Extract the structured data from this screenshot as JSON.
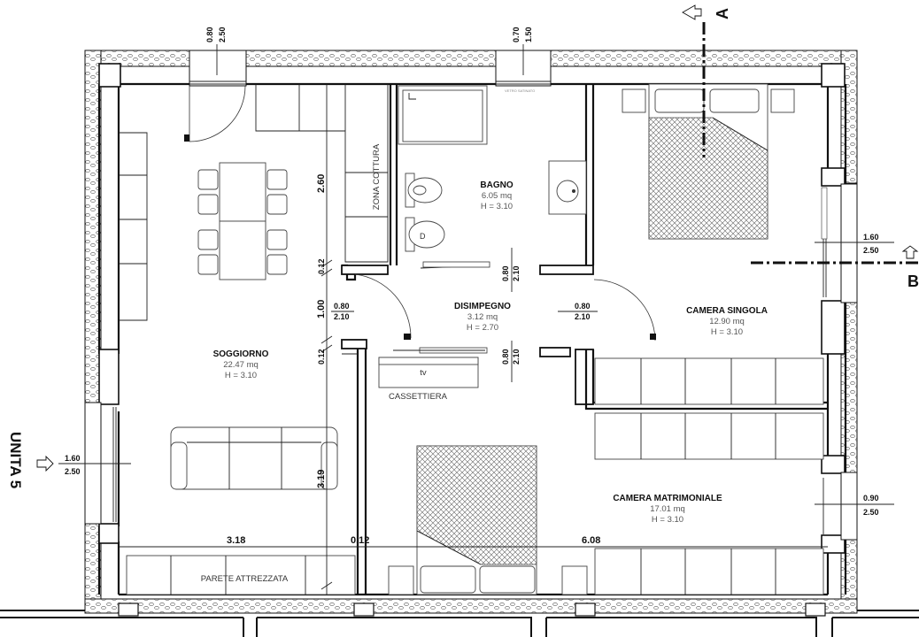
{
  "rooms": {
    "bagno": {
      "name": "BAGNO",
      "area": "6.05 mq",
      "height": "H = 3.10"
    },
    "disimpegno": {
      "name": "DISIMPEGNO",
      "area": "3.12 mq",
      "height": "H = 2.70"
    },
    "camera_singola": {
      "name": "CAMERA SINGOLA",
      "area": "12.90 mq",
      "height": "H = 3.10"
    },
    "soggiorno": {
      "name": "SOGGIORNO",
      "area": "22.47 mq",
      "height": "H = 3.10"
    },
    "camera_matrimoniale": {
      "name": "CAMERA MATRIMONIALE",
      "area": "17.01 mq",
      "height": "H = 3.10"
    }
  },
  "labels": {
    "zona_cottura": "ZONA COTTURA",
    "cassettiera": "CASSETTIERA",
    "tv": "tv",
    "parete_attrezzata": "PARETE ATTREZZATA",
    "vetro_satinato": "VETRO SATINATO",
    "unit": "UNITA 5"
  },
  "sections": {
    "a": "A",
    "b": "B"
  },
  "openings": {
    "soggiorno_window": {
      "w": "0.80",
      "h": "2.50"
    },
    "bagno_window": {
      "w": "0.70",
      "h": "1.50"
    },
    "singola_window": {
      "w": "1.60",
      "h": "2.50"
    },
    "left_window": {
      "w": "1.60",
      "h": "2.50"
    },
    "matrimoniale_window": {
      "w": "0.90",
      "h": "2.50"
    },
    "door_soggiorno": {
      "w": "0.80",
      "h": "2.10"
    },
    "door_singola": {
      "w": "0.80",
      "h": "2.10"
    },
    "door_bagno": {
      "w": "0.80",
      "h": "2.10"
    },
    "door_matrimoniale": {
      "w": "0.80",
      "h": "2.10"
    }
  },
  "dimensions": {
    "v_2_60": "2.60",
    "v_0_12_a": "0.12",
    "v_1_00": "1.00",
    "v_0_12_b": "0.12",
    "v_3_19": "3.19",
    "h_3_18": "3.18",
    "h_0_12": "0.12",
    "h_6_08": "6.08"
  }
}
